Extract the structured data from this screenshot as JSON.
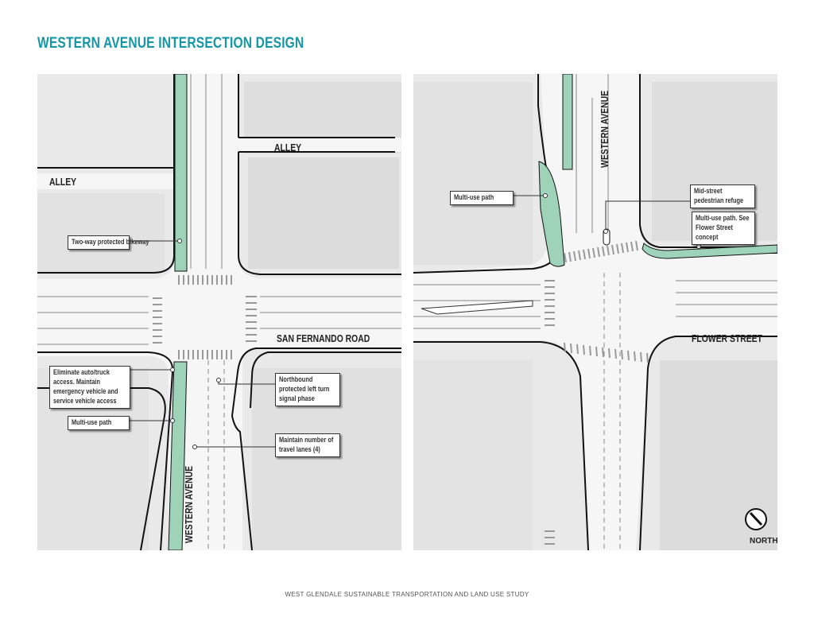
{
  "title": "WESTERN AVENUE INTERSECTION DESIGN",
  "left_panel": {
    "streets": {
      "alley_west": "ALLEY",
      "alley_east": "ALLEY",
      "cross_street": "SAN FERNANDO ROAD",
      "main_street": "WESTERN AVENUE"
    },
    "callouts": [
      {
        "text": "Two-way protected bikeway"
      },
      {
        "text": "Eliminate auto/truck access. Maintain emergency vehicle and service vehicle access"
      },
      {
        "text": "Northbound protected left turn signal phase"
      },
      {
        "text": "Multi-use path"
      },
      {
        "text": "Maintain number of travel lanes (4)"
      }
    ]
  },
  "right_panel": {
    "streets": {
      "main_street": "WESTERN AVENUE",
      "cross_street": "FLOWER STREET"
    },
    "callouts": [
      {
        "text": "Multi-use path"
      },
      {
        "text": "Mid-street pedestrian refuge"
      },
      {
        "text": "Multi-use path. See Flower Street concept"
      }
    ],
    "north_label": "NORTH"
  },
  "footer": "WEST GLENDALE SUSTAINABLE TRANSPORTATION AND LAND USE STUDY",
  "colors": {
    "accent": "#1596a6",
    "path_green": "#9fd3b9"
  }
}
